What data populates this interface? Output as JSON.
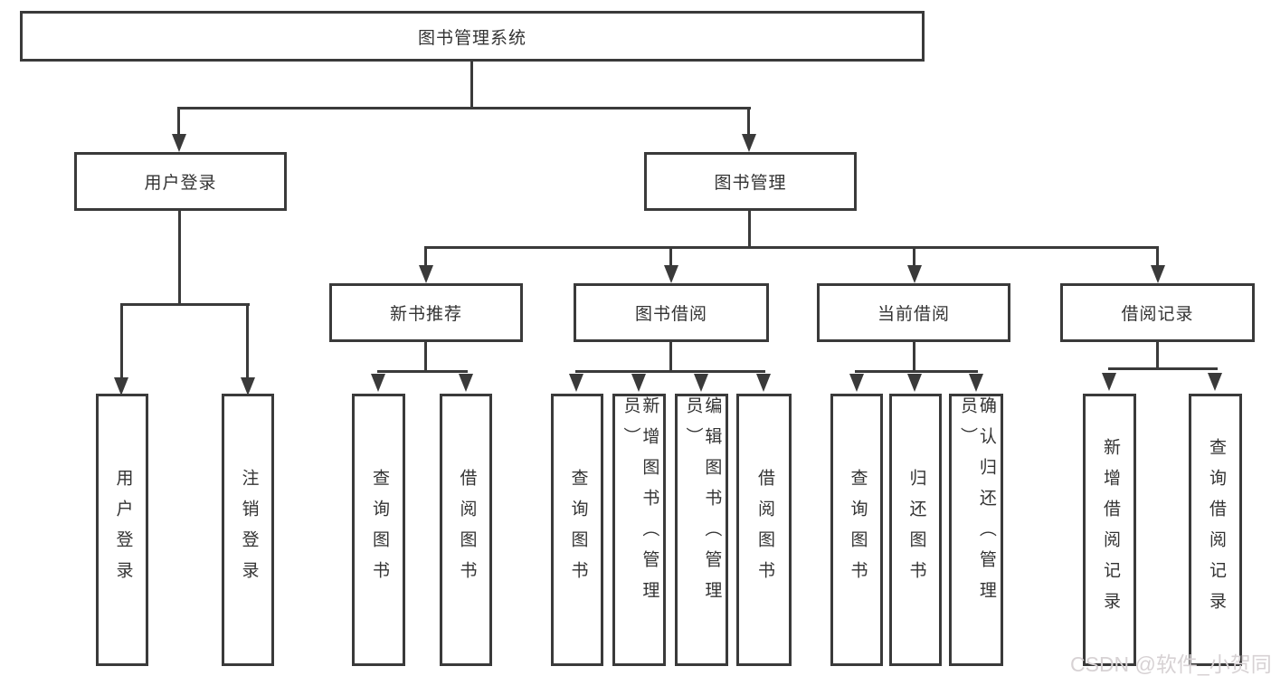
{
  "diagram_title": "图书管理系统",
  "nodes": {
    "root": "图书管理系统",
    "user_login": "用户登录",
    "book_mgmt": "图书管理",
    "leaf_user_login": "用户登录",
    "leaf_logout": "注销登录",
    "new_book_rec": "新书推荐",
    "book_borrow": "图书借阅",
    "current_borrow": "当前借阅",
    "borrow_record": "借阅记录",
    "nbr_query_book": "查询图书",
    "nbr_borrow_book": "借阅图书",
    "bb_query_book": "查询图书",
    "bb_add_book": "新增图书（管理员）",
    "bb_edit_book": "编辑图书（管理员）",
    "bb_borrow_book": "借阅图书",
    "cb_query_book": "查询图书",
    "cb_return_book": "归还图书",
    "cb_confirm_return": "确认归还（管理员）",
    "br_add_record": "新增借阅记录",
    "br_query_record": "查询借阅记录"
  },
  "watermark": "CSDN @软件_小贺同学",
  "colors": {
    "line": "#3a3a3a",
    "text": "#333333",
    "background": "#ffffff",
    "watermark": "#d7d2d4"
  }
}
